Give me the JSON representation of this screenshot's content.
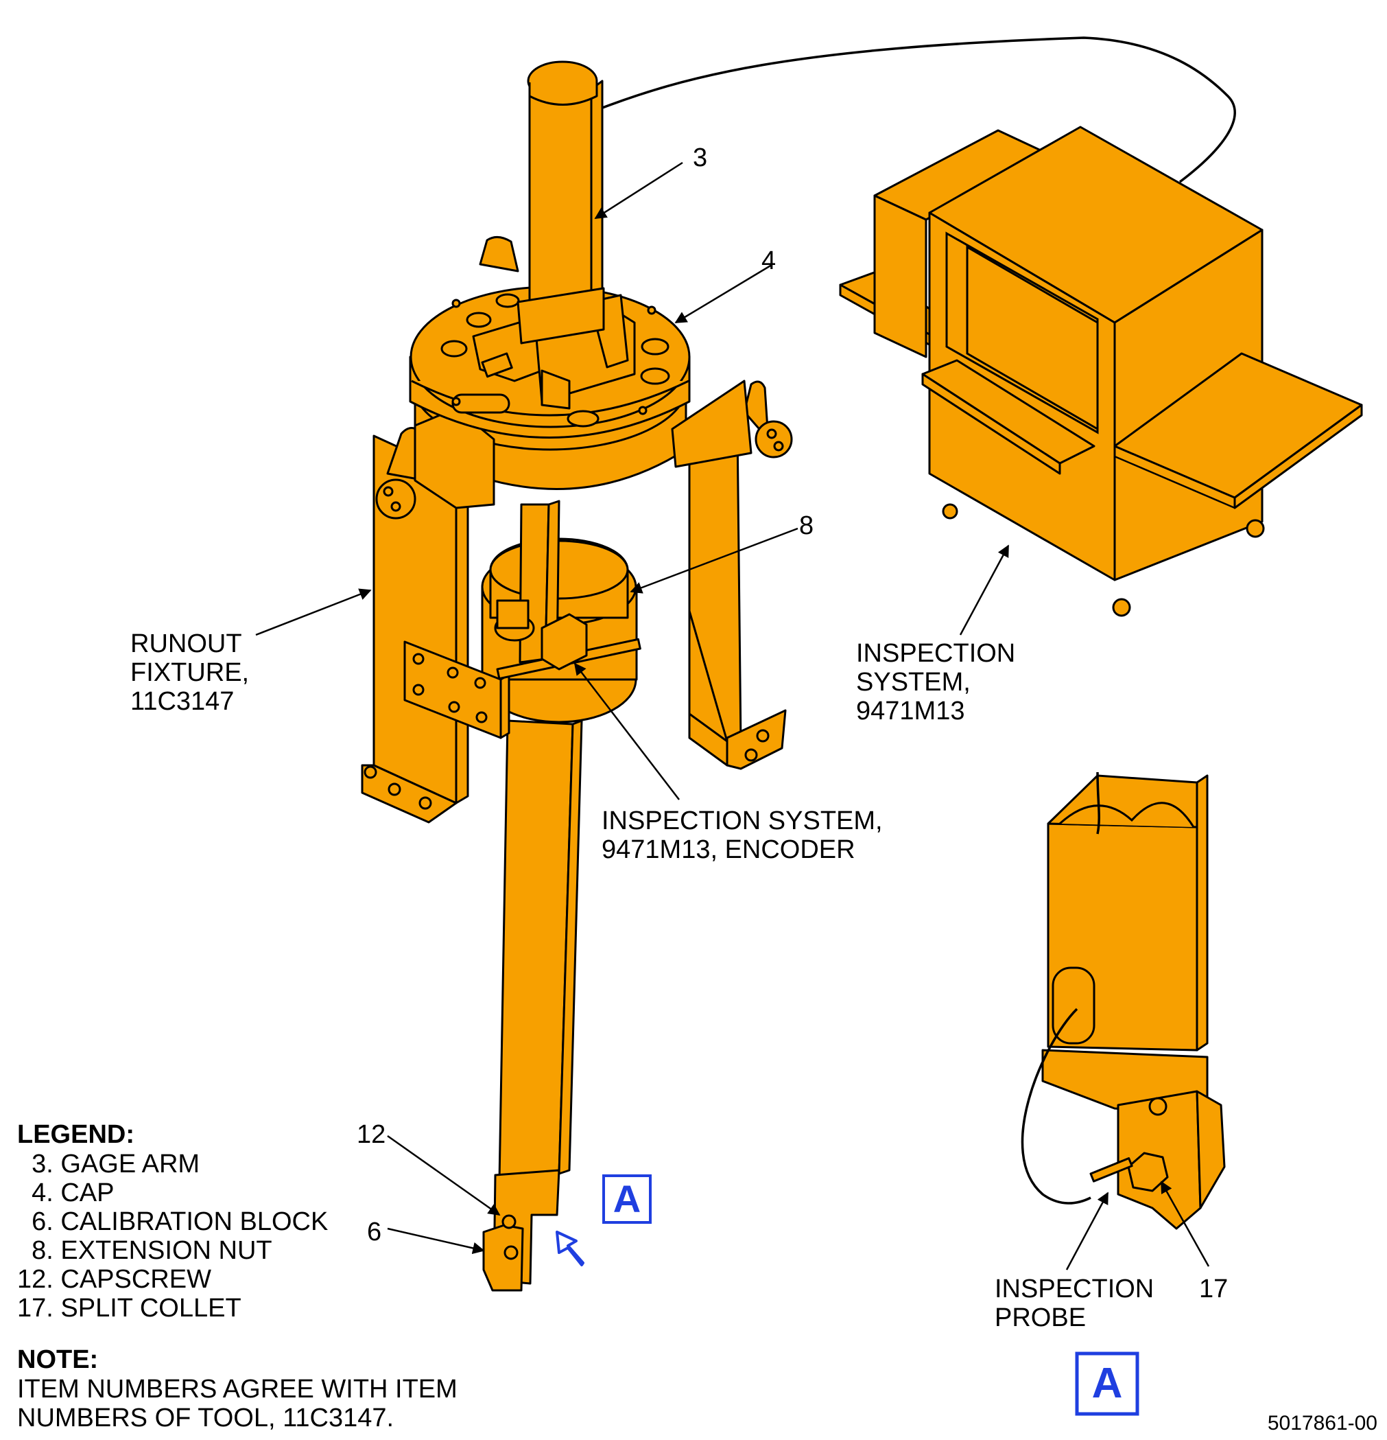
{
  "callouts": {
    "item_3": "3",
    "item_4": "4",
    "item_8": "8",
    "item_12": "12",
    "item_6": "6",
    "item_17": "17"
  },
  "labels": {
    "runout_fixture": [
      "RUNOUT",
      "FIXTURE,",
      "11C3147"
    ],
    "inspection_system": [
      "INSPECTION",
      "SYSTEM,",
      "9471M13"
    ],
    "encoder": [
      "INSPECTION SYSTEM,",
      "9471M13, ENCODER"
    ],
    "inspection_probe": [
      "INSPECTION",
      "PROBE"
    ]
  },
  "detail_ref": "A",
  "detail_view_label": "A",
  "legend": {
    "title": "LEGEND:",
    "items": [
      "  3. GAGE ARM",
      "  4. CAP",
      "  6. CALIBRATION BLOCK",
      "  8. EXTENSION NUT",
      "12. CAPSCREW",
      "17. SPLIT COLLET"
    ]
  },
  "note": {
    "title": "NOTE:",
    "lines": [
      "ITEM NUMBERS AGREE WITH ITEM",
      "NUMBERS OF TOOL, 11C3147."
    ]
  },
  "figure_id": "5017861-00",
  "colors": {
    "part_fill": "#f7a000",
    "outline": "#000000",
    "detail_blue": "#1f3fe0"
  }
}
